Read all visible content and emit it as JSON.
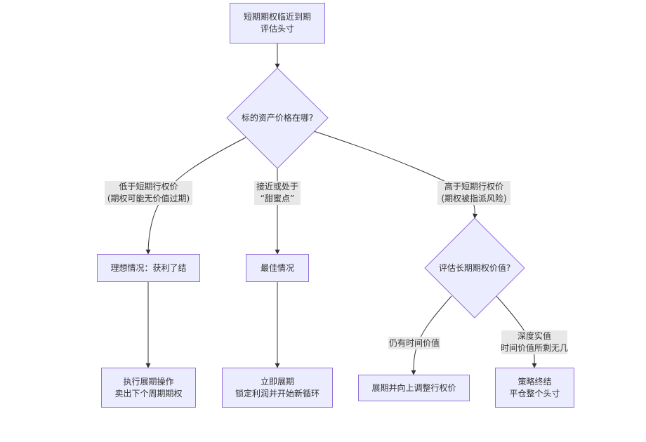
{
  "nodes": {
    "start": [
      "短期期权临近到期",
      "评估头寸"
    ],
    "decision_price": [
      "标的资产价格在哪?"
    ],
    "ideal": [
      "理想情况：获利了结"
    ],
    "best": [
      "最佳情况"
    ],
    "decision_long": [
      "评估长期期权价值?"
    ],
    "roll": [
      "执行展期操作",
      "卖出下个周期期权"
    ],
    "roll_now": [
      "立即展期",
      "锁定利润并开始新循环"
    ],
    "roll_up": [
      "展期并向上调整行权价"
    ],
    "end": [
      "策略终结",
      "平仓整个头寸"
    ]
  },
  "edge_labels": {
    "below": [
      "低于短期行权价",
      "(期权可能无价值过期)"
    ],
    "near": [
      "接近或处于",
      "“甜蜜点”"
    ],
    "above": [
      "高于短期行权价",
      "(期权被指派风险)"
    ],
    "time_value": [
      "仍有时间价值"
    ],
    "deep_itm": [
      "深度实值",
      "时间价值所剩无几"
    ]
  },
  "colors": {
    "node_fill": "#ececff",
    "node_stroke": "#9370db",
    "edge": "#333333",
    "label_bg": "#e8e8e8",
    "text": "#333333"
  }
}
